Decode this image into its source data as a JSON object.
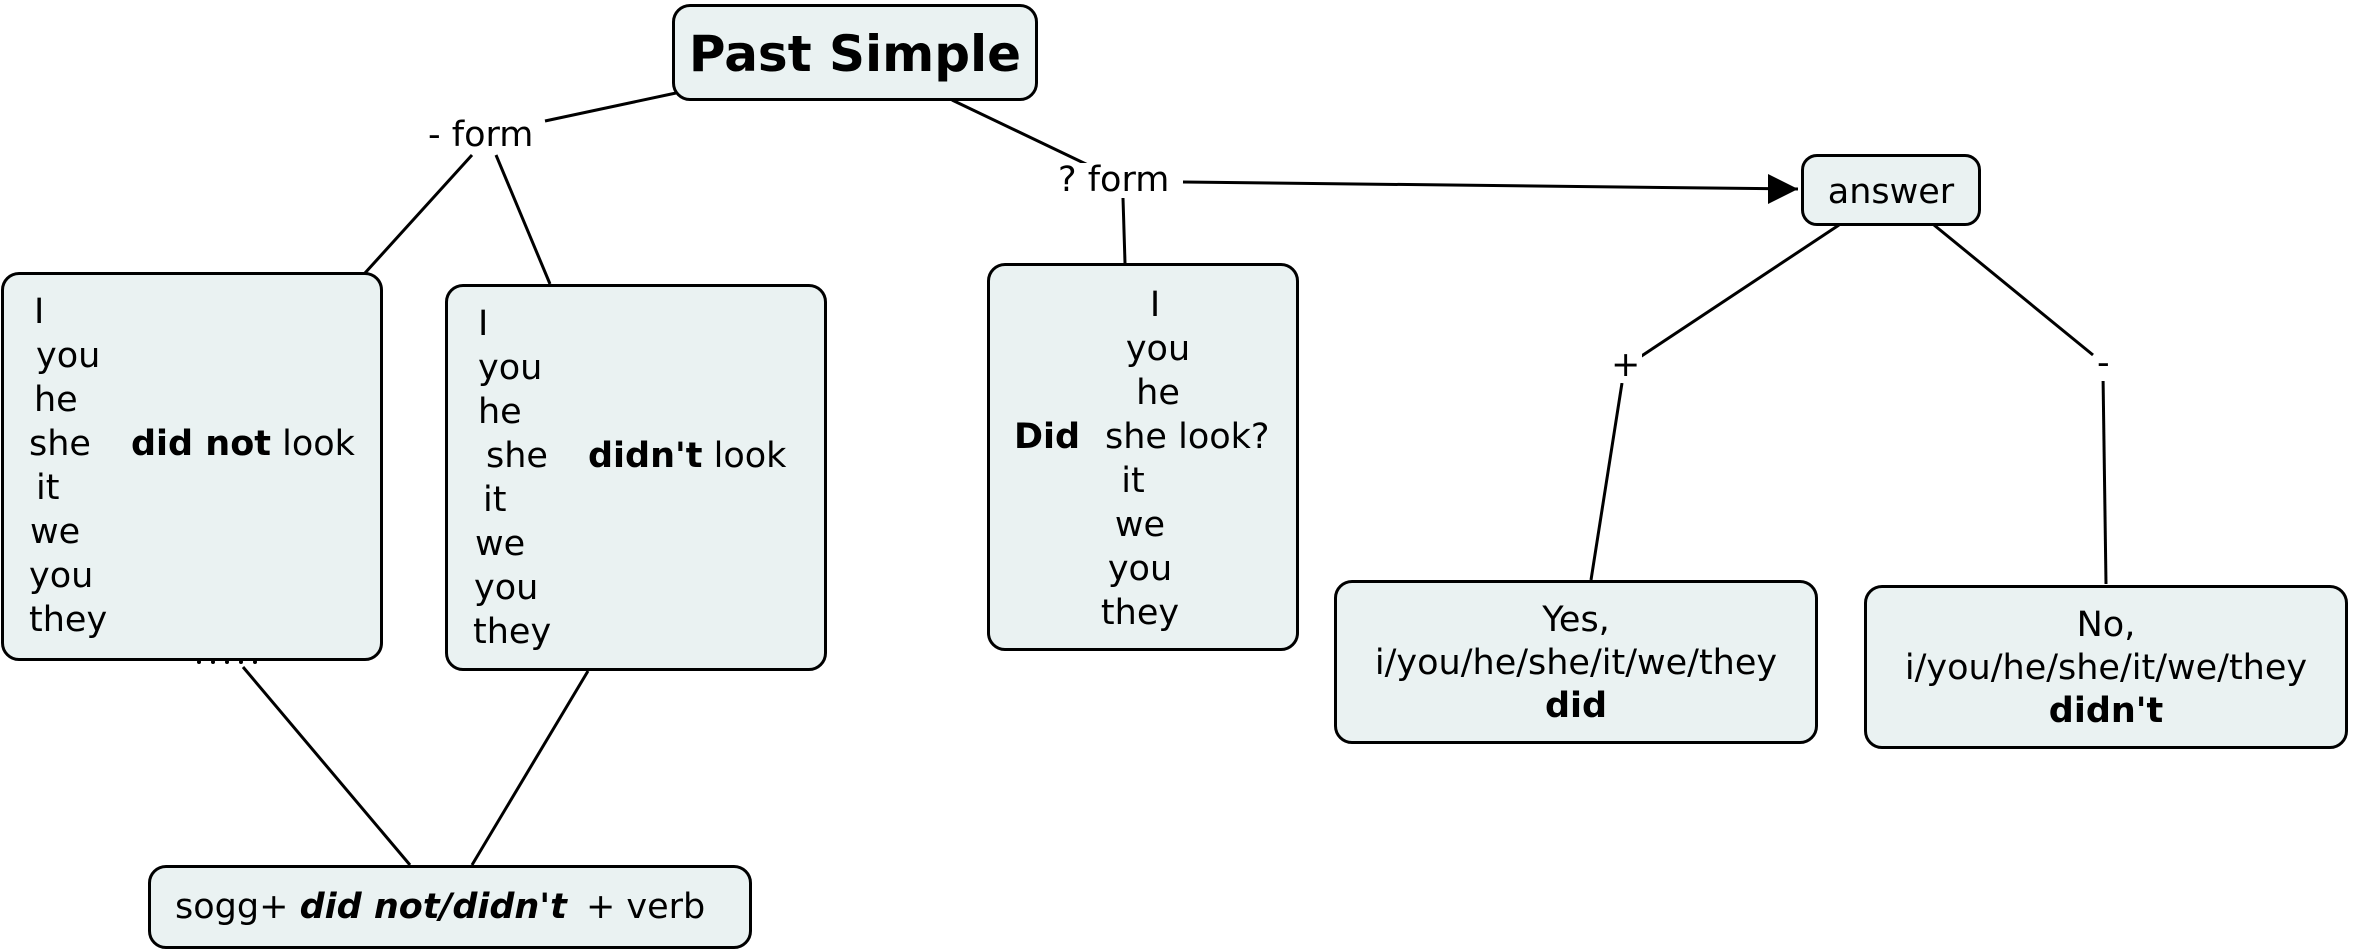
{
  "title": "Past Simple",
  "links": {
    "negative_form": "- form",
    "question_form": "? form",
    "plus": "+",
    "minus": "-"
  },
  "negative_full": {
    "pronouns": [
      "I",
      "you",
      "he",
      "she",
      "it",
      "we",
      "you",
      "they"
    ],
    "aux": "did not",
    "verb": "look"
  },
  "negative_short": {
    "pronouns": [
      "I",
      "you",
      "he",
      "she",
      "it",
      "we",
      "you",
      "they"
    ],
    "aux": "didn't",
    "verb": "look"
  },
  "question": {
    "aux": "Did",
    "pronouns": [
      "I",
      "you",
      "he",
      "she",
      "it",
      "we",
      "you",
      "they"
    ],
    "verb_suffix": "look?"
  },
  "answer": {
    "label": "answer"
  },
  "yes_answer": {
    "line1": "Yes,",
    "line2": "i/you/he/she/it/we/they",
    "line3": "did"
  },
  "no_answer": {
    "line1": "No,",
    "line2": "i/you/he/she/it/we/they",
    "line3": "didn't"
  },
  "rule": {
    "prefix": "sogg+",
    "aux": "did not/didn't",
    "suffix": "+ verb"
  },
  "colors": {
    "node_fill": "#eaf2f2",
    "border": "#000000"
  }
}
